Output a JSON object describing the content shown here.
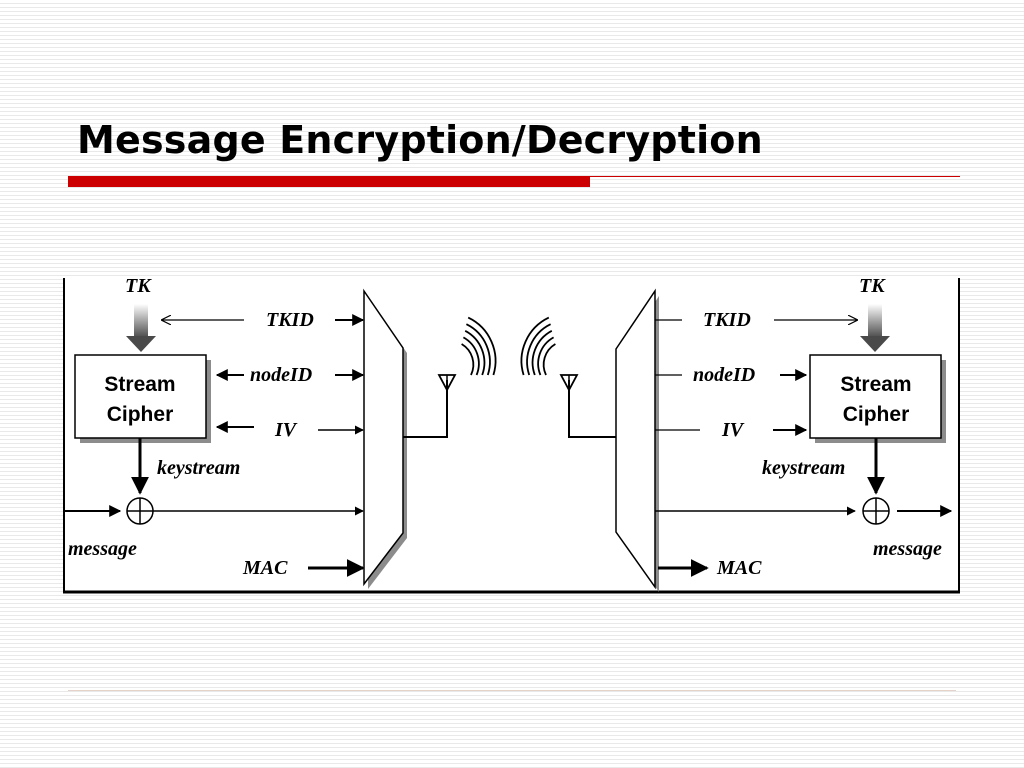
{
  "slide": {
    "title": "Message Encryption/Decryption"
  },
  "diagram": {
    "sender": {
      "key_label": "TK",
      "cipher_line1": "Stream",
      "cipher_line2": "Cipher",
      "input_tkid": "TKID",
      "input_nodeid": "nodeID",
      "input_iv": "IV",
      "keystream_label": "keystream",
      "message_label": "message",
      "mac_label": "MAC"
    },
    "receiver": {
      "key_label": "TK",
      "cipher_line1": "Stream",
      "cipher_line2": "Cipher",
      "output_tkid": "TKID",
      "output_nodeid": "nodeID",
      "output_iv": "IV",
      "keystream_label": "keystream",
      "message_label": "message",
      "mac_label": "MAC"
    },
    "icons": [
      "antenna-icon",
      "radio-waves-icon",
      "xor-icon",
      "mux-icon",
      "demux-icon"
    ]
  }
}
